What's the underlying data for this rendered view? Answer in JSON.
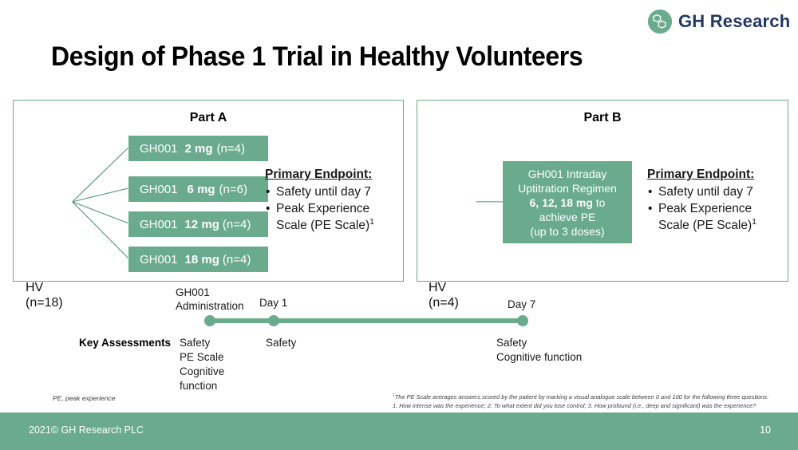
{
  "brand": {
    "logo_text": "GH Research",
    "logo_icon": "molecule-circle-icon",
    "green": "#6aab8e",
    "navy": "#1f3864"
  },
  "title": "Design of Phase 1 Trial in Healthy Volunteers",
  "part_a": {
    "heading": "Part A",
    "hv_line1": "HV",
    "hv_line2": "(n=18)",
    "arms": [
      {
        "drug": "GH001",
        "dose": "2 mg",
        "n": "(n=4)"
      },
      {
        "drug": "GH001",
        "dose": "6 mg",
        "n": "(n=6)"
      },
      {
        "drug": "GH001",
        "dose": "12 mg",
        "n": "(n=4)"
      },
      {
        "drug": "GH001",
        "dose": "18 mg",
        "n": "(n=4)"
      }
    ],
    "endpoint_heading": "Primary Endpoint:",
    "bullet1": "Safety until day 7",
    "bullet2_line1": "Peak Experience",
    "bullet2_line2": "Scale (PE Scale)",
    "bullet2_sup": "1"
  },
  "part_b": {
    "heading": "Part B",
    "hv_line1": "HV",
    "hv_line2": "(n=4)",
    "regimen_line1": "GH001 Intraday",
    "regimen_line2": "Uptitration Regimen",
    "regimen_line3_bold": "6, 12, 18 mg",
    "regimen_line3_rest": " to",
    "regimen_line4": "achieve PE",
    "regimen_line5": "(up to 3 doses)",
    "endpoint_heading": "Primary Endpoint:",
    "bullet1": "Safety until day 7",
    "bullet2_line1": "Peak Experience",
    "bullet2_line2": "Scale (PE Scale)",
    "bullet2_sup": "1"
  },
  "timeline": {
    "row_label": "Key Assessments",
    "points": [
      {
        "top_line1": "GH001",
        "top_line2": "Administration",
        "assessments": [
          "Safety",
          "PE Scale",
          "Cognitive",
          "function"
        ]
      },
      {
        "top_line1": "Day 1",
        "top_line2": "",
        "assessments": [
          "Safety"
        ]
      },
      {
        "top_line1": "Day 7",
        "top_line2": "",
        "assessments": [
          "Safety",
          "Cognitive function"
        ]
      }
    ]
  },
  "footnotes": {
    "left": "PE, peak experience",
    "right_sup": "1",
    "right_line1": "The PE Scale averages answers scored by the patient by marking a visual analogue scale between 0 and 100 for the following three questions:",
    "right_line2": "1. How intense was the experience; 2. To what extent did you lose control; 3. How profound (i.e., deep and significant) was the experience?"
  },
  "footer": {
    "copyright": "2021© GH Research PLC",
    "page_number": "10"
  }
}
